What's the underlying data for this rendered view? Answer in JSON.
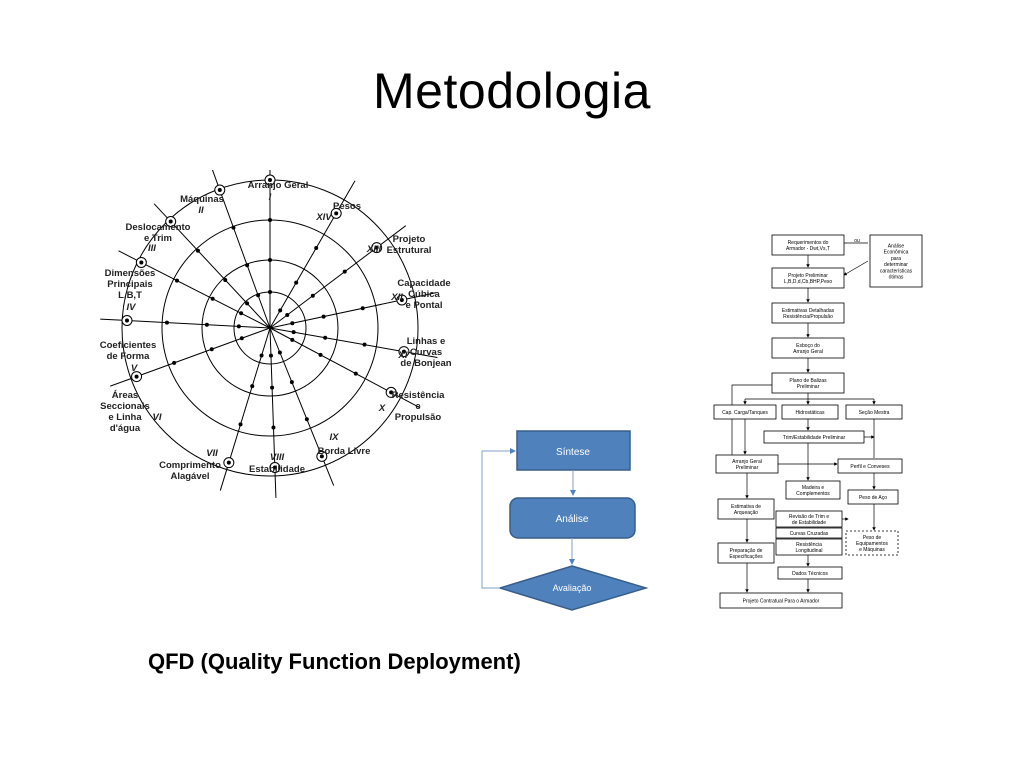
{
  "slide": {
    "title": "Metodologia",
    "subtitle": "QFD (Quality Function Deployment)"
  },
  "spiral": {
    "spokes": [
      {
        "numeral": "I",
        "lines": [
          "Arranjo Geral"
        ]
      },
      {
        "numeral": "II",
        "lines": [
          "Máquinas"
        ]
      },
      {
        "numeral": "III",
        "lines": [
          "Deslocamento",
          "e Trim"
        ]
      },
      {
        "numeral": "IV",
        "lines": [
          "Dimensões",
          "Principais",
          "L,B,T"
        ]
      },
      {
        "numeral": "V",
        "lines": [
          "Coeficientes",
          "de Forma"
        ]
      },
      {
        "numeral": "VI",
        "lines": [
          "Áreas",
          "Seccionais",
          "e Linha",
          "d'água"
        ]
      },
      {
        "numeral": "VII",
        "lines": [
          "Comprimento",
          "Alagável"
        ]
      },
      {
        "numeral": "VIII",
        "lines": [
          "Estabilidade"
        ]
      },
      {
        "numeral": "IX",
        "lines": [
          "Borda Livre"
        ]
      },
      {
        "numeral": "X",
        "lines": [
          "Resistência",
          "e",
          "Propulsão"
        ]
      },
      {
        "numeral": "XI",
        "lines": [
          "Linhas e",
          "Curvas",
          "de Bonjean"
        ]
      },
      {
        "numeral": "XII",
        "lines": [
          "Capacidade",
          "Cúbica",
          "e Pontal"
        ]
      },
      {
        "numeral": "XIII",
        "lines": [
          "Projeto",
          "Estrutural"
        ]
      },
      {
        "numeral": "XIV",
        "lines": [
          "Pesos"
        ]
      }
    ]
  },
  "cycle": {
    "sintese": "Síntese",
    "analise": "Análise",
    "avaliacao": "Avaliação",
    "fill_color": "#4f81bd",
    "stroke_color": "#385d8a"
  },
  "flow": {
    "requisitos": [
      "Requerimentos do",
      "Armador - Dwt,Vs,T"
    ],
    "ou": "ou",
    "analise_econ": [
      "Análise",
      "Econômica",
      "para",
      "determinar",
      "características",
      "ótimas"
    ],
    "projeto_prelim": [
      "Projeto Preliminar",
      "L,B,D,d,Cb,BHP,Peso"
    ],
    "estimativas": [
      "Estimativas Detalhadas",
      "Resistência/Propulsão"
    ],
    "esboco": [
      "Esboço do",
      "Arranjo Geral"
    ],
    "plano_balizas": [
      "Plano de Balizas",
      "Preliminar"
    ],
    "cap_carga": "Cap. Carga/Tanques",
    "hidrostaticas": "Hidrostáticas",
    "secao_mestra": "Seção Mestra",
    "trim_estab": "Trim/Estabilidade Preliminar",
    "arranjo_geral": [
      "Arranjo Geral",
      "Preliminar"
    ],
    "perfil": "Perfil e Conveses",
    "madeira": [
      "Madeira e",
      "Complementos"
    ],
    "peso_aco": "Peso de Aço",
    "estimativa_arq": [
      "Estimativa de",
      "Arqueação"
    ],
    "revisao_trim": [
      "Revisão de Trim e",
      "de Estabilidade"
    ],
    "curvas_cruzadas": "Curvas Cruzadas",
    "resistencia_long": [
      "Resistência",
      "Longitudinal"
    ],
    "peso_equip": [
      "Peso de",
      "Equipamentos",
      "e Máquinas"
    ],
    "preparacao": [
      "Preparação de",
      "Especificações"
    ],
    "dados_tecnicos": "Dados Técnicos",
    "projeto_contratual": "Projeto Contratual Para o Armador"
  }
}
